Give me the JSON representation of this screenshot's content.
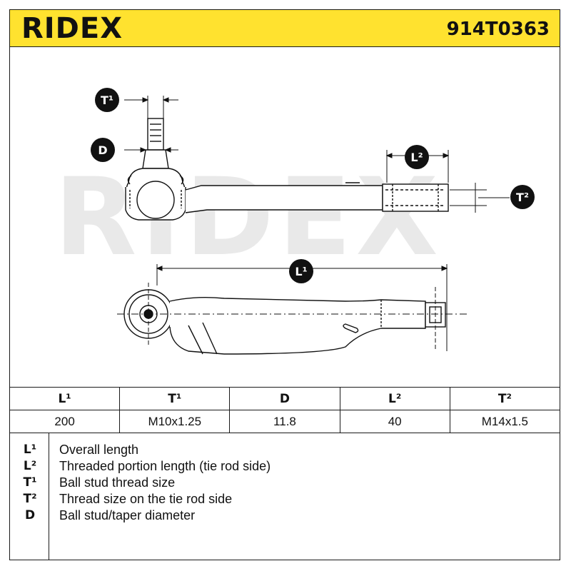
{
  "header": {
    "brand": "RIDEX",
    "part_number": "914T0363"
  },
  "drawing": {
    "watermark": "RIDEX",
    "labels": {
      "t1": "T¹",
      "d": "D",
      "l2": "L²",
      "t2": "T²",
      "l1": "L¹"
    }
  },
  "specs": {
    "columns": [
      "L¹",
      "T¹",
      "D",
      "L²",
      "T²"
    ],
    "values": [
      "200",
      "M10x1.25",
      "11.8",
      "40",
      "M14x1.5"
    ]
  },
  "legend": [
    {
      "symbol": "L¹",
      "text": "Overall length"
    },
    {
      "symbol": "L²",
      "text": "Threaded portion length (tie rod side)"
    },
    {
      "symbol": "T¹",
      "text": "Ball stud thread size"
    },
    {
      "symbol": "T²",
      "text": "Thread size on the tie rod side"
    },
    {
      "symbol": "D",
      "text": "Ball stud/taper diameter"
    }
  ],
  "colors": {
    "header_bg": "#ffe22f",
    "watermark": "#e6e6e6",
    "ink": "#111111"
  }
}
